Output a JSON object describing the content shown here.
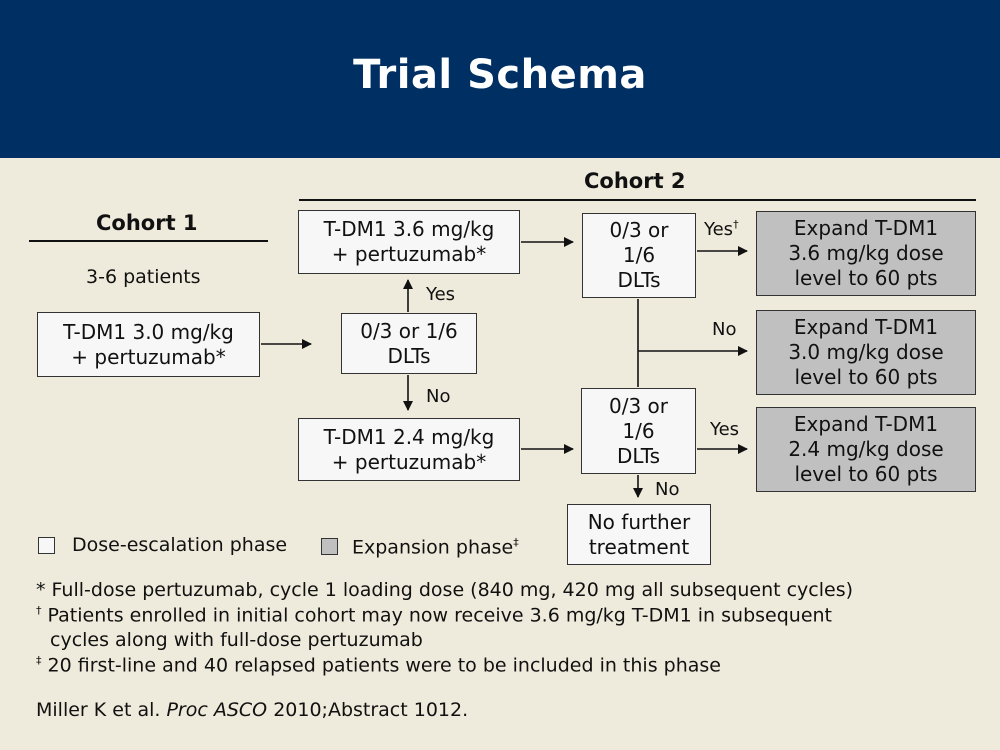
{
  "title": "Trial Schema",
  "cohort1": {
    "heading": "Cohort 1",
    "patients": "3-6 patients",
    "start_box": [
      "T-DM1 3.0 mg/kg",
      "+ pertuzumab*"
    ]
  },
  "cohort2": {
    "heading": "Cohort 2"
  },
  "decision_main": [
    "0/3 or 1/6",
    "DLTs"
  ],
  "dose_high": [
    "T-DM1 3.6 mg/kg",
    "+ pertuzumab*"
  ],
  "dose_low": [
    "T-DM1 2.4 mg/kg",
    "+ pertuzumab*"
  ],
  "decision_high": [
    "0/3 or",
    "1/6",
    "DLTs"
  ],
  "decision_low": [
    "0/3 or",
    "1/6",
    "DLTs"
  ],
  "expand_36": [
    "Expand T-DM1",
    "3.6 mg/kg dose",
    "level to 60 pts"
  ],
  "expand_30": [
    "Expand T-DM1",
    "3.0 mg/kg dose",
    "level to 60 pts"
  ],
  "expand_24": [
    "Expand T-DM1",
    "2.4 mg/kg dose",
    "level to 60 pts"
  ],
  "no_further": [
    "No further",
    "treatment"
  ],
  "edge_labels": {
    "yes_up": "Yes",
    "no_down": "No",
    "yes_dagger": "Yes",
    "dagger_mark": "†",
    "no_mid": "No",
    "yes_low": "Yes",
    "no_bottom": "No"
  },
  "legend": {
    "dose_escalation": "Dose-escalation phase",
    "expansion": "Expansion phase",
    "expansion_mark": "‡",
    "colors": {
      "dose_escalation": "#f7f7f7",
      "expansion": "#c0c0c0"
    }
  },
  "footnotes": {
    "asterisk_mark": "*",
    "asterisk": "Full-dose pertuzumab, cycle 1 loading dose (840 mg, 420 mg all subsequent cycles)",
    "dagger_mark": "†",
    "dagger_line1": "Patients enrolled in initial cohort may now receive 3.6 mg/kg T-DM1 in subsequent",
    "dagger_line2": "cycles along with full-dose pertuzumab",
    "ddagger_mark": "‡",
    "ddagger": "20 first-line and 40 relapsed patients were to be included in this phase"
  },
  "citation": {
    "authors": "Miller K et al.",
    "journal": "Proc ASCO",
    "rest": "2010;Abstract 1012."
  },
  "colors": {
    "header_bg": "#003063",
    "page_bg": "#efebdc"
  }
}
